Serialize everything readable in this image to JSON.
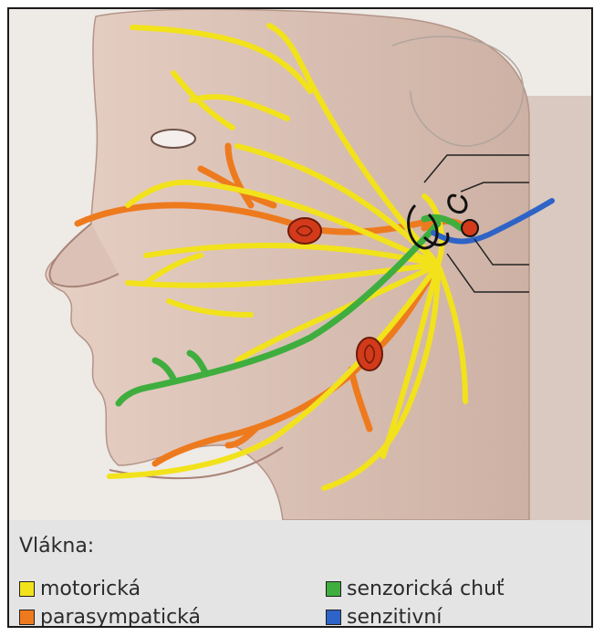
{
  "legend": {
    "title": "Vlákna:",
    "items": [
      {
        "label": "motorická",
        "color": "#f2e21b"
      },
      {
        "label": "senzorická chuť",
        "color": "#3fae3f"
      },
      {
        "label": "parasympatická",
        "color": "#ee7a1e"
      },
      {
        "label": "senzitivní",
        "color": "#2e63c7"
      }
    ]
  },
  "fiber_colors": {
    "motor": "#f2e21b",
    "taste": "#3fae3f",
    "parasympathetic": "#ee7a1e",
    "sensory": "#2e63c7",
    "ganglion": "#d23a1a"
  }
}
